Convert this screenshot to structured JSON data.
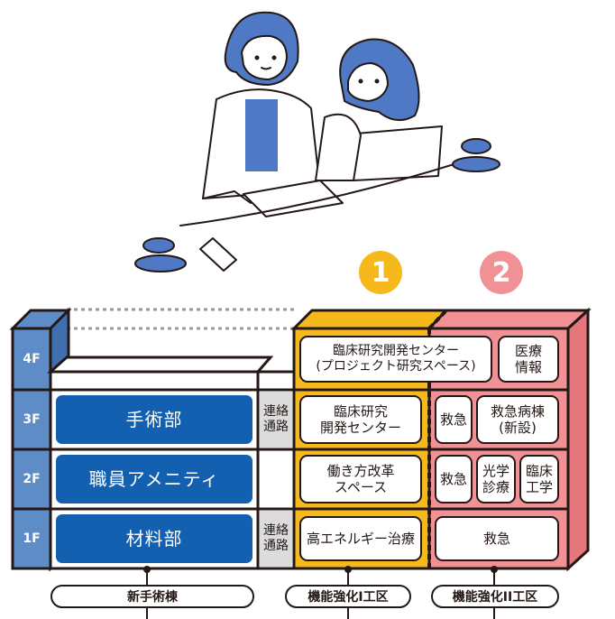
{
  "colors": {
    "blue_room": "#1460b0",
    "floor_strip": "#5d8cc6",
    "zone1": "#f6b91c",
    "zone2": "#f19095",
    "outline": "#231815"
  },
  "illustration": {
    "description_icon": "two-people-meeting-illustration"
  },
  "badges": {
    "zone1": "1",
    "zone2": "2"
  },
  "floors": {
    "f4": "4F",
    "f3": "3F",
    "f2": "2F",
    "f1": "1F"
  },
  "new_surgery_building": {
    "f3": "手術部",
    "f2": "職員アメニティ",
    "f1": "材料部"
  },
  "connectors": {
    "f3": "連絡\n通路",
    "f1": "連絡\n通路"
  },
  "zone1_rooms": {
    "f4": "臨床研究開発センター\n(プロジェクト研究スペース)",
    "f3": "臨床研究\n開発センター",
    "f2": "働き方改革\nスペース",
    "f1": "高エネルギー治療"
  },
  "zone2_rooms": {
    "f4": "医療\n情報",
    "f3_a": "救急",
    "f3_b": "救急病棟\n(新設)",
    "f2_a": "救急",
    "f2_b": "光学\n診療",
    "f2_c": "臨床\n工学",
    "f1": "救急"
  },
  "building_labels": {
    "new_surgery": "新手術棟",
    "zone1": "機能強化I工区",
    "zone2": "機能強化II工区"
  }
}
